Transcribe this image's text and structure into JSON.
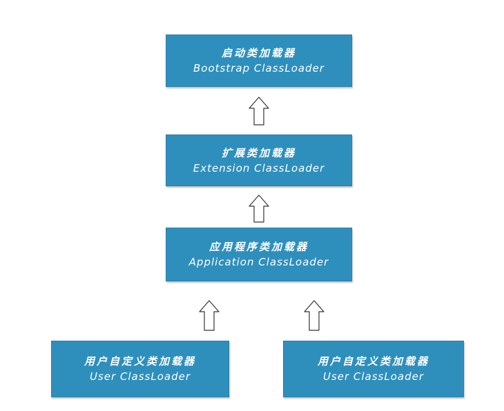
{
  "nodes": {
    "bootstrap": {
      "cn": "启动类加载器",
      "en": "Bootstrap ClassLoader"
    },
    "extension": {
      "cn": "扩展类加载器",
      "en": "Extension ClassLoader"
    },
    "application": {
      "cn": "应用程序类加载器",
      "en": "Application ClassLoader"
    },
    "user1": {
      "cn": "用户自定义类加载器",
      "en": "User ClassLoader"
    },
    "user2": {
      "cn": "用户自定义类加载器",
      "en": "User ClassLoader"
    }
  },
  "colors": {
    "box_fill": "#2e8fbd",
    "box_text": "#ffffff",
    "arrow_stroke": "#333333"
  }
}
